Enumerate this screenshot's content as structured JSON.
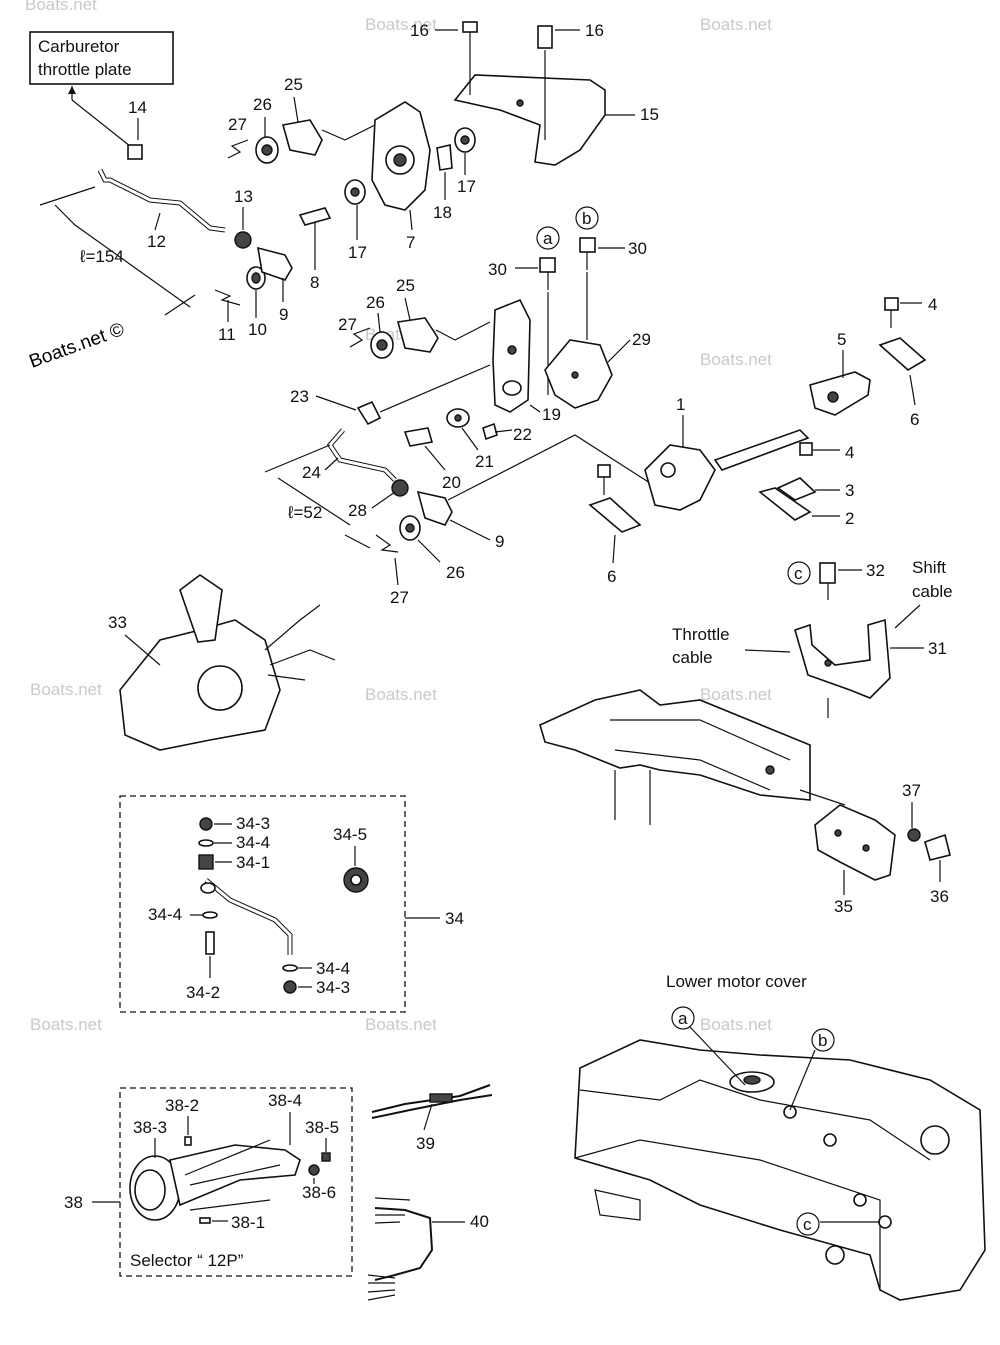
{
  "watermark": "Boats.net",
  "watermark_copyright": "Boats.net ©",
  "labels": {
    "carb_line1": "Carburetor",
    "carb_line2": "throttle plate",
    "dim_154": "ℓ=154",
    "dim_52": "ℓ=52",
    "shift_line1": "Shift",
    "shift_line2": "cable",
    "throttle_line1": "Throttle",
    "throttle_line2": "cable",
    "lower_motor_cover": "Lower motor cover",
    "selector": "Selector “ 12P”"
  },
  "callouts": {
    "a": "a",
    "b": "b",
    "c": "c"
  },
  "parts": {
    "p1": "1",
    "p2": "2",
    "p3": "3",
    "p4": "4",
    "p5": "5",
    "p6": "6",
    "p7": "7",
    "p8": "8",
    "p9": "9",
    "p10": "10",
    "p11": "11",
    "p12": "12",
    "p13": "13",
    "p14": "14",
    "p15": "15",
    "p16": "16",
    "p17": "17",
    "p18": "18",
    "p19": "19",
    "p20": "20",
    "p21": "21",
    "p22": "22",
    "p23": "23",
    "p24": "24",
    "p25": "25",
    "p26": "26",
    "p27": "27",
    "p28": "28",
    "p29": "29",
    "p30": "30",
    "p31": "31",
    "p32": "32",
    "p33": "33",
    "p34": "34",
    "p35": "35",
    "p36": "36",
    "p37": "37",
    "p38": "38",
    "p39": "39",
    "p40": "40",
    "p34_1": "34-1",
    "p34_2": "34-2",
    "p34_3": "34-3",
    "p34_4": "34-4",
    "p34_5": "34-5",
    "p38_1": "38-1",
    "p38_2": "38-2",
    "p38_3": "38-3",
    "p38_4": "38-4",
    "p38_5": "38-5",
    "p38_6": "38-6"
  }
}
